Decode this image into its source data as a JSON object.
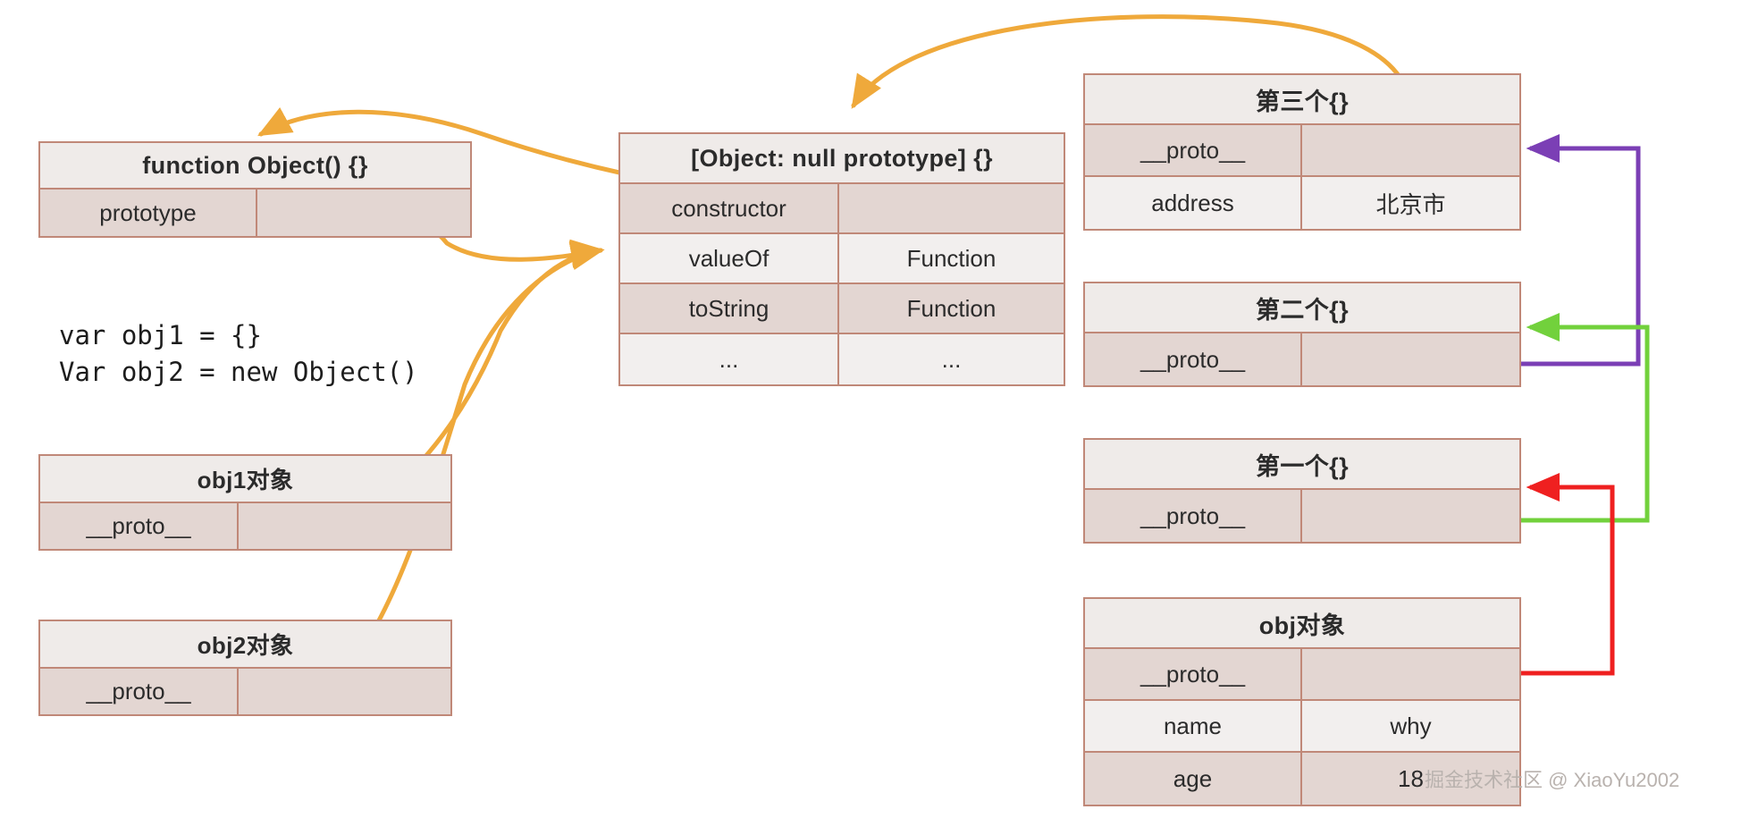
{
  "diagram": {
    "title": "JavaScript prototype chain diagram",
    "watermark": "掘金技术社区 @ XiaoYu2002",
    "colors": {
      "arrow_orange": "#efa93b",
      "arrow_purple": "#7b3fb5",
      "arrow_green": "#72d13c",
      "arrow_red": "#ef2020",
      "table_border": "#c08878",
      "row_dark": "#e3d6d2",
      "row_light": "#f2efee",
      "header_bg": "#efebe9",
      "background": "#ffffff"
    }
  },
  "code_block": {
    "line1": "var obj1 = {}",
    "line2": "Var obj2 = new Object()"
  },
  "tables": {
    "function_object": {
      "header": "function Object() {}",
      "rows": [
        {
          "key": "prototype",
          "value": "",
          "shade": "dark"
        }
      ]
    },
    "object_null_prototype": {
      "header": "[Object: null prototype] {}",
      "rows": [
        {
          "key": "constructor",
          "value": "",
          "shade": "dark"
        },
        {
          "key": "valueOf",
          "value": "Function",
          "shade": "light"
        },
        {
          "key": "toString",
          "value": "Function",
          "shade": "dark"
        },
        {
          "key": "...",
          "value": "...",
          "shade": "light"
        }
      ]
    },
    "obj1": {
      "header": "obj1对象",
      "rows": [
        {
          "key": "__proto__",
          "value": "",
          "shade": "dark"
        }
      ]
    },
    "obj2": {
      "header": "obj2对象",
      "rows": [
        {
          "key": "__proto__",
          "value": "",
          "shade": "dark"
        }
      ]
    },
    "third": {
      "header": "第三个{}",
      "rows": [
        {
          "key": "__proto__",
          "value": "",
          "shade": "dark"
        },
        {
          "key": "address",
          "value": "北京市",
          "shade": "light"
        }
      ]
    },
    "second": {
      "header": "第二个{}",
      "rows": [
        {
          "key": "__proto__",
          "value": "",
          "shade": "dark"
        }
      ]
    },
    "first": {
      "header": "第一个{}",
      "rows": [
        {
          "key": "__proto__",
          "value": "",
          "shade": "dark"
        }
      ]
    },
    "obj": {
      "header": "obj对象",
      "rows": [
        {
          "key": "__proto__",
          "value": "",
          "shade": "dark"
        },
        {
          "key": "name",
          "value": "why",
          "shade": "light"
        },
        {
          "key": "age",
          "value": "18",
          "shade": "dark"
        }
      ]
    }
  },
  "connections": [
    {
      "name": "constructor-to-function-object",
      "from": "object_null_prototype.constructor",
      "to": "function_object.header",
      "color": "#efa93b",
      "style": "curve"
    },
    {
      "name": "third-proto-to-object-null-prototype",
      "from": "third.__proto__",
      "to": "object_null_prototype.header",
      "color": "#efa93b",
      "style": "curve"
    },
    {
      "name": "function-prototype-to-object-null-prototype",
      "from": "function_object.prototype",
      "to": "object_null_prototype.valueOf",
      "color": "#efa93b",
      "style": "curve"
    },
    {
      "name": "obj1-proto-to-object-null-prototype",
      "from": "obj1.__proto__",
      "to": "object_null_prototype.valueOf",
      "color": "#efa93b",
      "style": "curve"
    },
    {
      "name": "obj2-proto-to-object-null-prototype",
      "from": "obj2.__proto__",
      "to": "object_null_prototype.valueOf",
      "color": "#efa93b",
      "style": "curve"
    },
    {
      "name": "second-proto-to-third",
      "from": "second.__proto__",
      "to": "third.__proto__",
      "color": "#7b3fb5",
      "style": "orthogonal"
    },
    {
      "name": "first-proto-to-second",
      "from": "first.__proto__",
      "to": "second.__proto__",
      "color": "#72d13c",
      "style": "orthogonal"
    },
    {
      "name": "obj-proto-to-first",
      "from": "obj.__proto__",
      "to": "first.__proto__",
      "color": "#ef2020",
      "style": "orthogonal"
    }
  ]
}
